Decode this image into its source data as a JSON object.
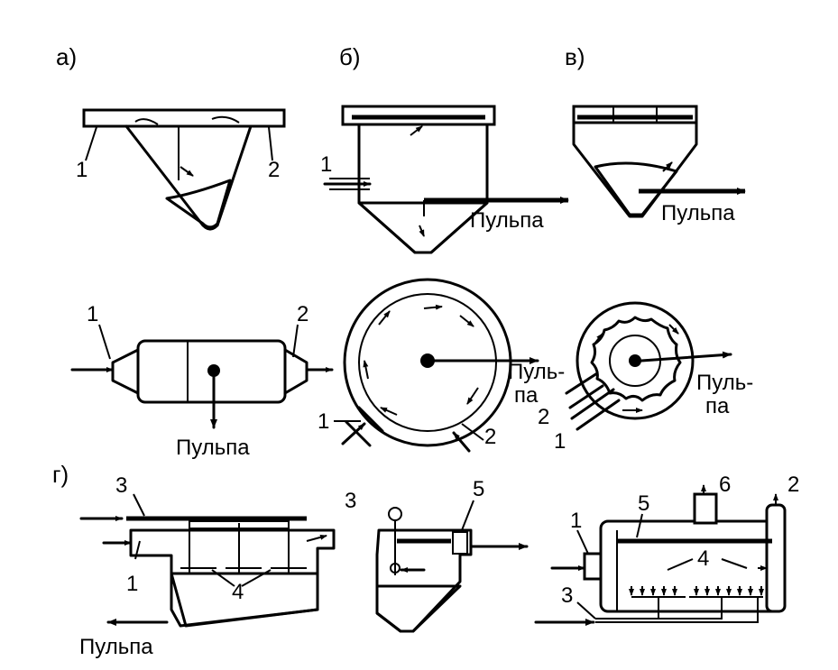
{
  "panels": {
    "a": "а)",
    "b": "б)",
    "v": "в)",
    "g": "г)"
  },
  "numbers": {
    "n1": "1",
    "n2": "2",
    "n3": "3",
    "n4": "4",
    "n5": "5",
    "n6": "6"
  },
  "pulp": {
    "full": "Пульпа",
    "split_top": "Пуль-",
    "split_bottom": "па"
  }
}
